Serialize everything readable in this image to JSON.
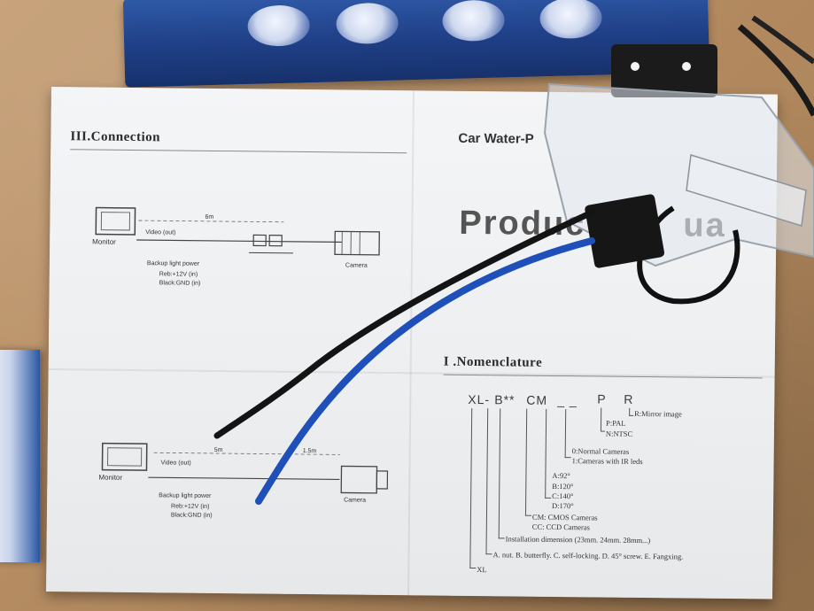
{
  "connection_heading": "III.Connection",
  "diagram_top": {
    "monitor_label": "Monitor",
    "video_label": "Video (out)",
    "length_label": "6m",
    "power_label": "Backup light power",
    "red_label": "Reb:+12V (in)",
    "black_label": "Black:GND (in)",
    "camera_label": "Camera"
  },
  "diagram_bottom": {
    "monitor_label": "Monitor",
    "video_label": "Video (out)",
    "length_a": "5m",
    "length_b": "1.5m",
    "power_label": "Backup light power",
    "red_label": "Reb:+12V (in)",
    "black_label": "Black:GND (in)",
    "camera_label": "Camera"
  },
  "right_top_title": "Car Water-P",
  "big_title_partial": "Produc",
  "big_title_partial_2": "ua",
  "nomenclature_heading": "I .Nomenclature",
  "nomenclature": {
    "code_parts": [
      "XL-",
      "B**",
      "CM",
      "_ _",
      "P",
      "R"
    ],
    "r_label": "R:Mirror image",
    "p_label": "P:PAL",
    "n_label": "N:NTSC",
    "cam0": "0:Normal Cameras",
    "cam1": "1:Cameras with IR leds",
    "a_angle": "A:92°",
    "b_angle": "B:120°",
    "c_angle": "C:140°",
    "d_angle": "D:170°",
    "cm_label": "CM: CMOS Cameras",
    "cc_label": "CC: CCD Cameras",
    "install_label": "Installation dimension (23mm. 24mm. 28mm...)",
    "options_label": "A. nut. B. butterfly. C. self-locking. D. 45° screw. E. Fangxing.",
    "xl_label": "XL"
  },
  "colors": {
    "cardboard": "#b98f64",
    "box_blue": "#21468e",
    "paper": "#eef0f2",
    "wire_blue": "#1f4fb8",
    "wire_black": "#141414"
  }
}
